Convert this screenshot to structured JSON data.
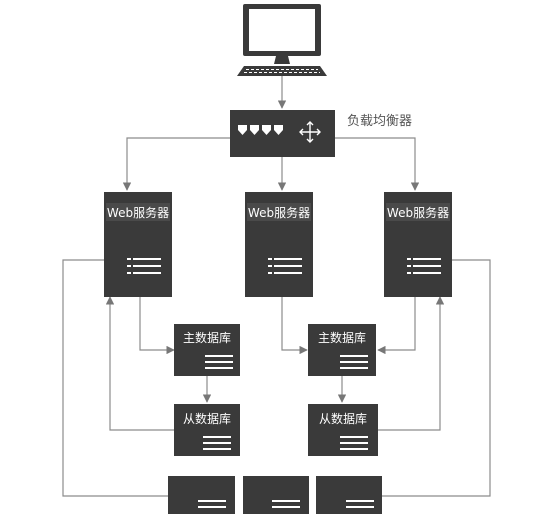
{
  "diagram": {
    "load_balancer_label": "负载均衡器",
    "web_servers": [
      {
        "label": "Web服务器"
      },
      {
        "label": "Web服务器"
      },
      {
        "label": "Web服务器"
      }
    ],
    "master_dbs": [
      {
        "label": "主数据库"
      },
      {
        "label": "主数据库"
      }
    ],
    "slave_dbs": [
      {
        "label": "从数据库"
      },
      {
        "label": "从数据库"
      }
    ]
  },
  "colors": {
    "box_fill": "#3a3a3a",
    "line": "#8c8c8c",
    "arrow": "#777777"
  }
}
